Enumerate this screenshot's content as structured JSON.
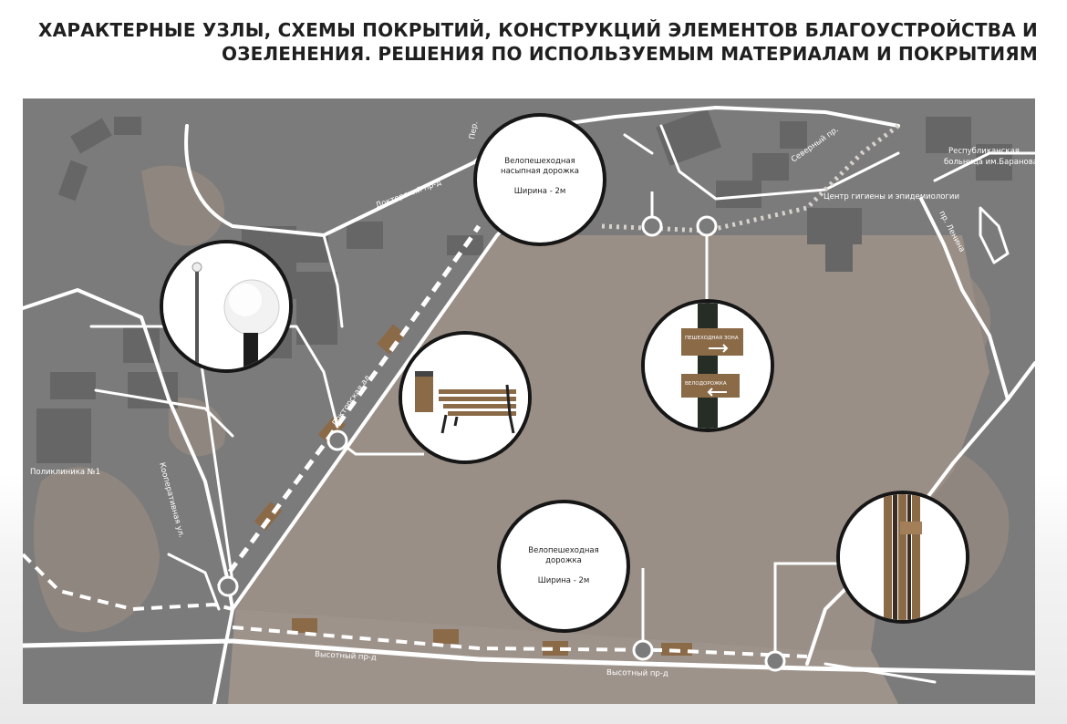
{
  "title": {
    "line1": "ХАРАКТЕРНЫЕ УЗЛЫ, СХЕМЫ ПОКРЫТИЙ, КОНСТРУКЦИЙ ЭЛЕМЕНТОВ БЛАГОУСТРОЙСТВА И",
    "line2": "ОЗЕЛЕНЕНИЯ. РЕШЕНИЯ ПО ИСПОЛЬЗУЕМЫМ МАТЕРИАЛАМ И ПОКРЫТИЯМ"
  },
  "map": {
    "streets": {
      "doktorskiy_pr": "Докторский пр-д",
      "doktorskaya_al": "Докторская ал.",
      "vysotnyy_left": "Высотный пр-д",
      "vysotnyy_right": "Высотный пр-д",
      "street_left_vertical": "Кооперативная ул.",
      "street_top_right": "Северный пр.",
      "street_right": "пр. Ленина",
      "street_top_small": "Пер."
    },
    "places": {
      "poliklinika": "Поликлиника №1",
      "center_hygiene": "Центр гигиены и эпидемиологии",
      "hospital_line1": "Республиканская",
      "hospital_line2": "больница им.Баранова"
    },
    "callouts": {
      "path_top": {
        "name_line1": "Велопешеходная",
        "name_line2": "насыпная дорожка",
        "width": "Ширина - 2м"
      },
      "path_bottom": {
        "name_line1": "Велопешеходная",
        "name_line2": "дорожка",
        "width": "Ширина - 2м"
      },
      "sign": {
        "sign1": "ПЕШЕХОДНАЯ ЗОНА",
        "sign2": "ВЕЛОДОРОЖКА"
      }
    }
  },
  "colors": {
    "map_gray": "#7b7b7b",
    "park_fill": "#9a8f86",
    "building": "#6d6d6d",
    "wood": "#8b6a48",
    "path_white": "#ffffff",
    "dirt_path": "#cfc8c1"
  }
}
